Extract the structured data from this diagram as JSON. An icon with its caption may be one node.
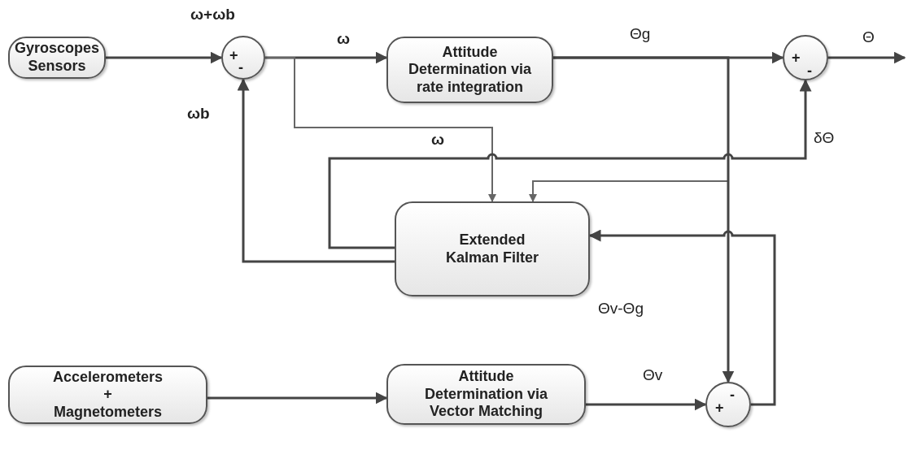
{
  "diagram": {
    "nodes": [
      {
        "text": [
          "Gyroscopes Sensors"
        ]
      },
      {
        "text": [
          "+",
          "-"
        ]
      },
      {
        "text": [
          "Attitude Determination via rate integration"
        ]
      },
      {
        "text": [
          "+",
          "-"
        ]
      },
      {
        "text": [
          "Extended Kalman Filter"
        ]
      },
      {
        "text": [
          "Accelerometers + Magnetometers"
        ]
      },
      {
        "text": [
          "Attitude Determination via Vector Matching"
        ]
      },
      {
        "text": [
          "+",
          "-"
        ]
      }
    ],
    "edges": [
      {
        "from": 0,
        "to": 1,
        "arrow": "to",
        "label": "ω+ωb"
      },
      {
        "from": 1,
        "to": 2,
        "arrow": "to",
        "label": "ω"
      },
      {
        "from": 1,
        "to": 4,
        "arrow": "to",
        "label": "ω",
        "color": "#666666"
      },
      {
        "from": 2,
        "to": 3,
        "arrow": "to",
        "label": "Θg"
      },
      {
        "from": 2,
        "to": 4,
        "arrow": "to",
        "color": "#666666"
      },
      {
        "from": 2,
        "to": 7,
        "arrow": "to"
      },
      {
        "from": 3,
        "to": null,
        "arrow": "to",
        "label": "Θ"
      },
      {
        "from": 4,
        "to": 1,
        "arrow": "to",
        "label": "ωb"
      },
      {
        "from": 4,
        "to": 3,
        "arrow": "to",
        "label": "δΘ"
      },
      {
        "from": 5,
        "to": 6,
        "arrow": "to"
      },
      {
        "from": 6,
        "to": 7,
        "arrow": "to",
        "label": "Θv"
      },
      {
        "from": 7,
        "to": 4,
        "arrow": "to",
        "label": "Θv-Θg"
      }
    ]
  }
}
